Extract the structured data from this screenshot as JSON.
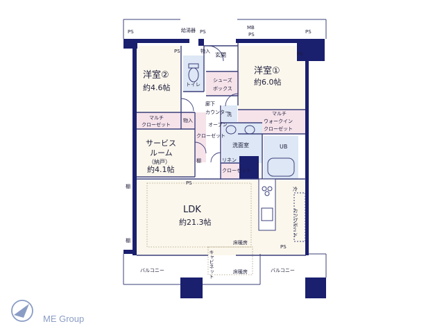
{
  "rooms": {
    "western2": {
      "name": "洋室②",
      "size": "約4.6帖"
    },
    "western1": {
      "name": "洋室①",
      "size": "約6.0帖"
    },
    "service": {
      "line1": "サービス",
      "line2": "ルーム",
      "line3": "（納戸）",
      "size": "約4.1帖"
    },
    "ldk": {
      "name": "LDK",
      "size": "約21.3帖"
    },
    "washroom": "洗面室",
    "ub": "UB",
    "toilet": "トイレ",
    "entrance": "玄関",
    "hallway": "廊下",
    "balcony_left": "バルコニー",
    "balcony_right": "バルコニー"
  },
  "labels": {
    "ps": "PS",
    "mbps_1": "MB",
    "mbps_2": "PS",
    "water_heater": "給湯器",
    "storage": "物入",
    "shoes_box_1": "シューズ",
    "shoes_box_2": "ボックス",
    "multi_closet_1": "マルチ",
    "multi_closet_2": "クローゼット",
    "multi_walkin_1": "マルチ",
    "multi_walkin_2": "ウォークイン",
    "multi_walkin_3": "クローゼット",
    "counter": "カウンター",
    "open_closet_1": "オープン",
    "open_closet_2": "クローゼット",
    "wash": "洗",
    "linen_1": "リネン",
    "linen_2": "クローゼット",
    "shelf": "棚",
    "fridge": "冷",
    "cupboard": "カップボード",
    "floor_heating": "床暖房",
    "cabinet": "キャビネット"
  },
  "brand": {
    "name": "ME Group"
  },
  "colors": {
    "wall": "#1a1f6e",
    "closet_fill": "#f6e3ea",
    "wet_fill": "#dde7f5",
    "floor_fill": "#fbf7ec",
    "line": "#3a3f7a"
  }
}
